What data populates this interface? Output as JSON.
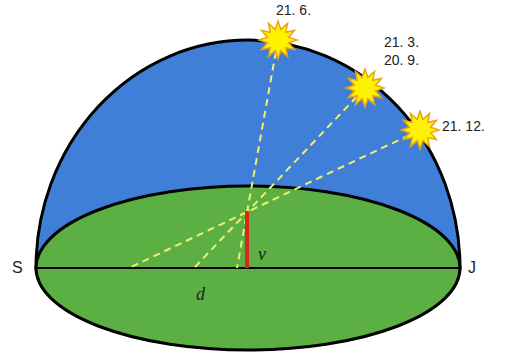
{
  "diagram": {
    "labels": [
      "21. 6.",
      "21. 3.",
      "20. 9.",
      "21. 12.",
      "S",
      "J",
      "v",
      "d"
    ]
  }
}
